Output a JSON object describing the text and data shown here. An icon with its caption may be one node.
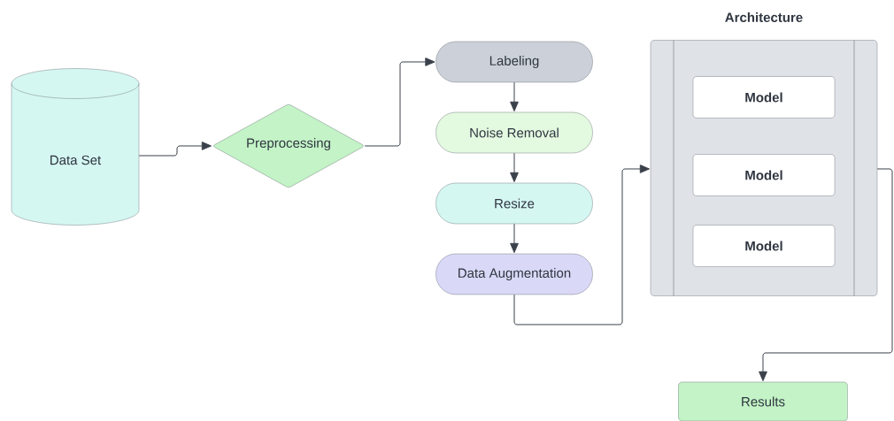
{
  "diagram": {
    "nodes": [
      {
        "text": [
          "Data Set"
        ]
      },
      {
        "text": [
          "Preprocessing"
        ]
      },
      {
        "text": [
          "Labeling"
        ]
      },
      {
        "text": [
          "Noise Removal"
        ]
      },
      {
        "text": [
          "Resize"
        ]
      },
      {
        "text": [
          "Data Augmentation"
        ]
      },
      {
        "text": [
          "Architecture"
        ]
      },
      {
        "text": [
          "Model"
        ],
        "in": 6
      },
      {
        "text": [
          "Model"
        ],
        "in": 6
      },
      {
        "text": [
          "Model"
        ],
        "in": 6
      },
      {
        "text": [
          "Results"
        ]
      }
    ],
    "edges": [
      {
        "from": 0,
        "to": 1,
        "arrow": "to"
      },
      {
        "from": 1,
        "to": 2,
        "arrow": "to"
      },
      {
        "from": 2,
        "to": 3,
        "arrow": "to"
      },
      {
        "from": 3,
        "to": 4,
        "arrow": "to"
      },
      {
        "from": 4,
        "to": 5,
        "arrow": "to"
      },
      {
        "from": 5,
        "to": 6,
        "arrow": "to"
      },
      {
        "from": 6,
        "to": 10,
        "arrow": "to"
      }
    ]
  }
}
